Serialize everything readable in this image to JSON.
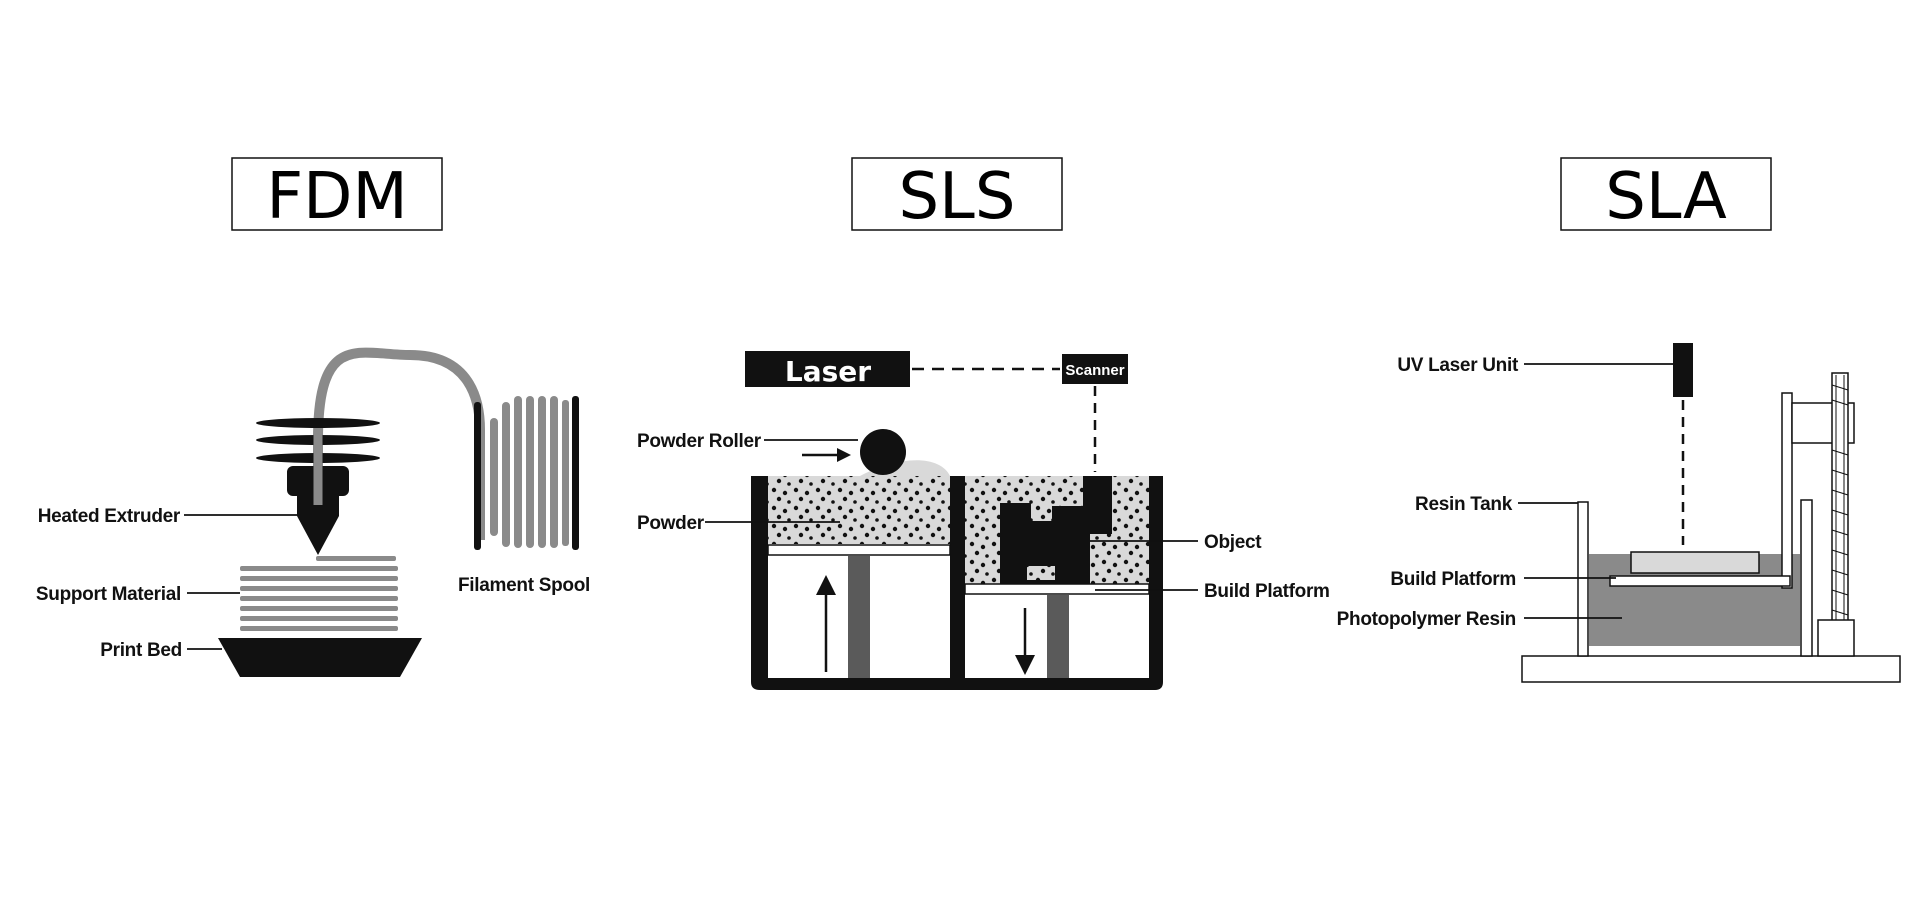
{
  "colors": {
    "ink": "#111111",
    "mid_gray": "#8a8a8a",
    "light_gray": "#d9d9d9",
    "white": "#ffffff"
  },
  "fdm": {
    "title": "FDM",
    "labels": {
      "heated_extruder": "Heated Extruder",
      "support_material": "Support Material",
      "print_bed": "Print Bed",
      "filament_spool": "Filament Spool"
    }
  },
  "sls": {
    "title": "SLS",
    "labels": {
      "laser": "Laser",
      "scanner": "Scanner",
      "powder_roller": "Powder Roller",
      "powder": "Powder",
      "object": "Object",
      "build_platform": "Build Platform"
    }
  },
  "sla": {
    "title": "SLA",
    "labels": {
      "uv_laser_unit": "UV Laser Unit",
      "resin_tank": "Resin Tank",
      "build_platform": "Build Platform",
      "photopolymer_resin": "Photopolymer Resin"
    }
  }
}
